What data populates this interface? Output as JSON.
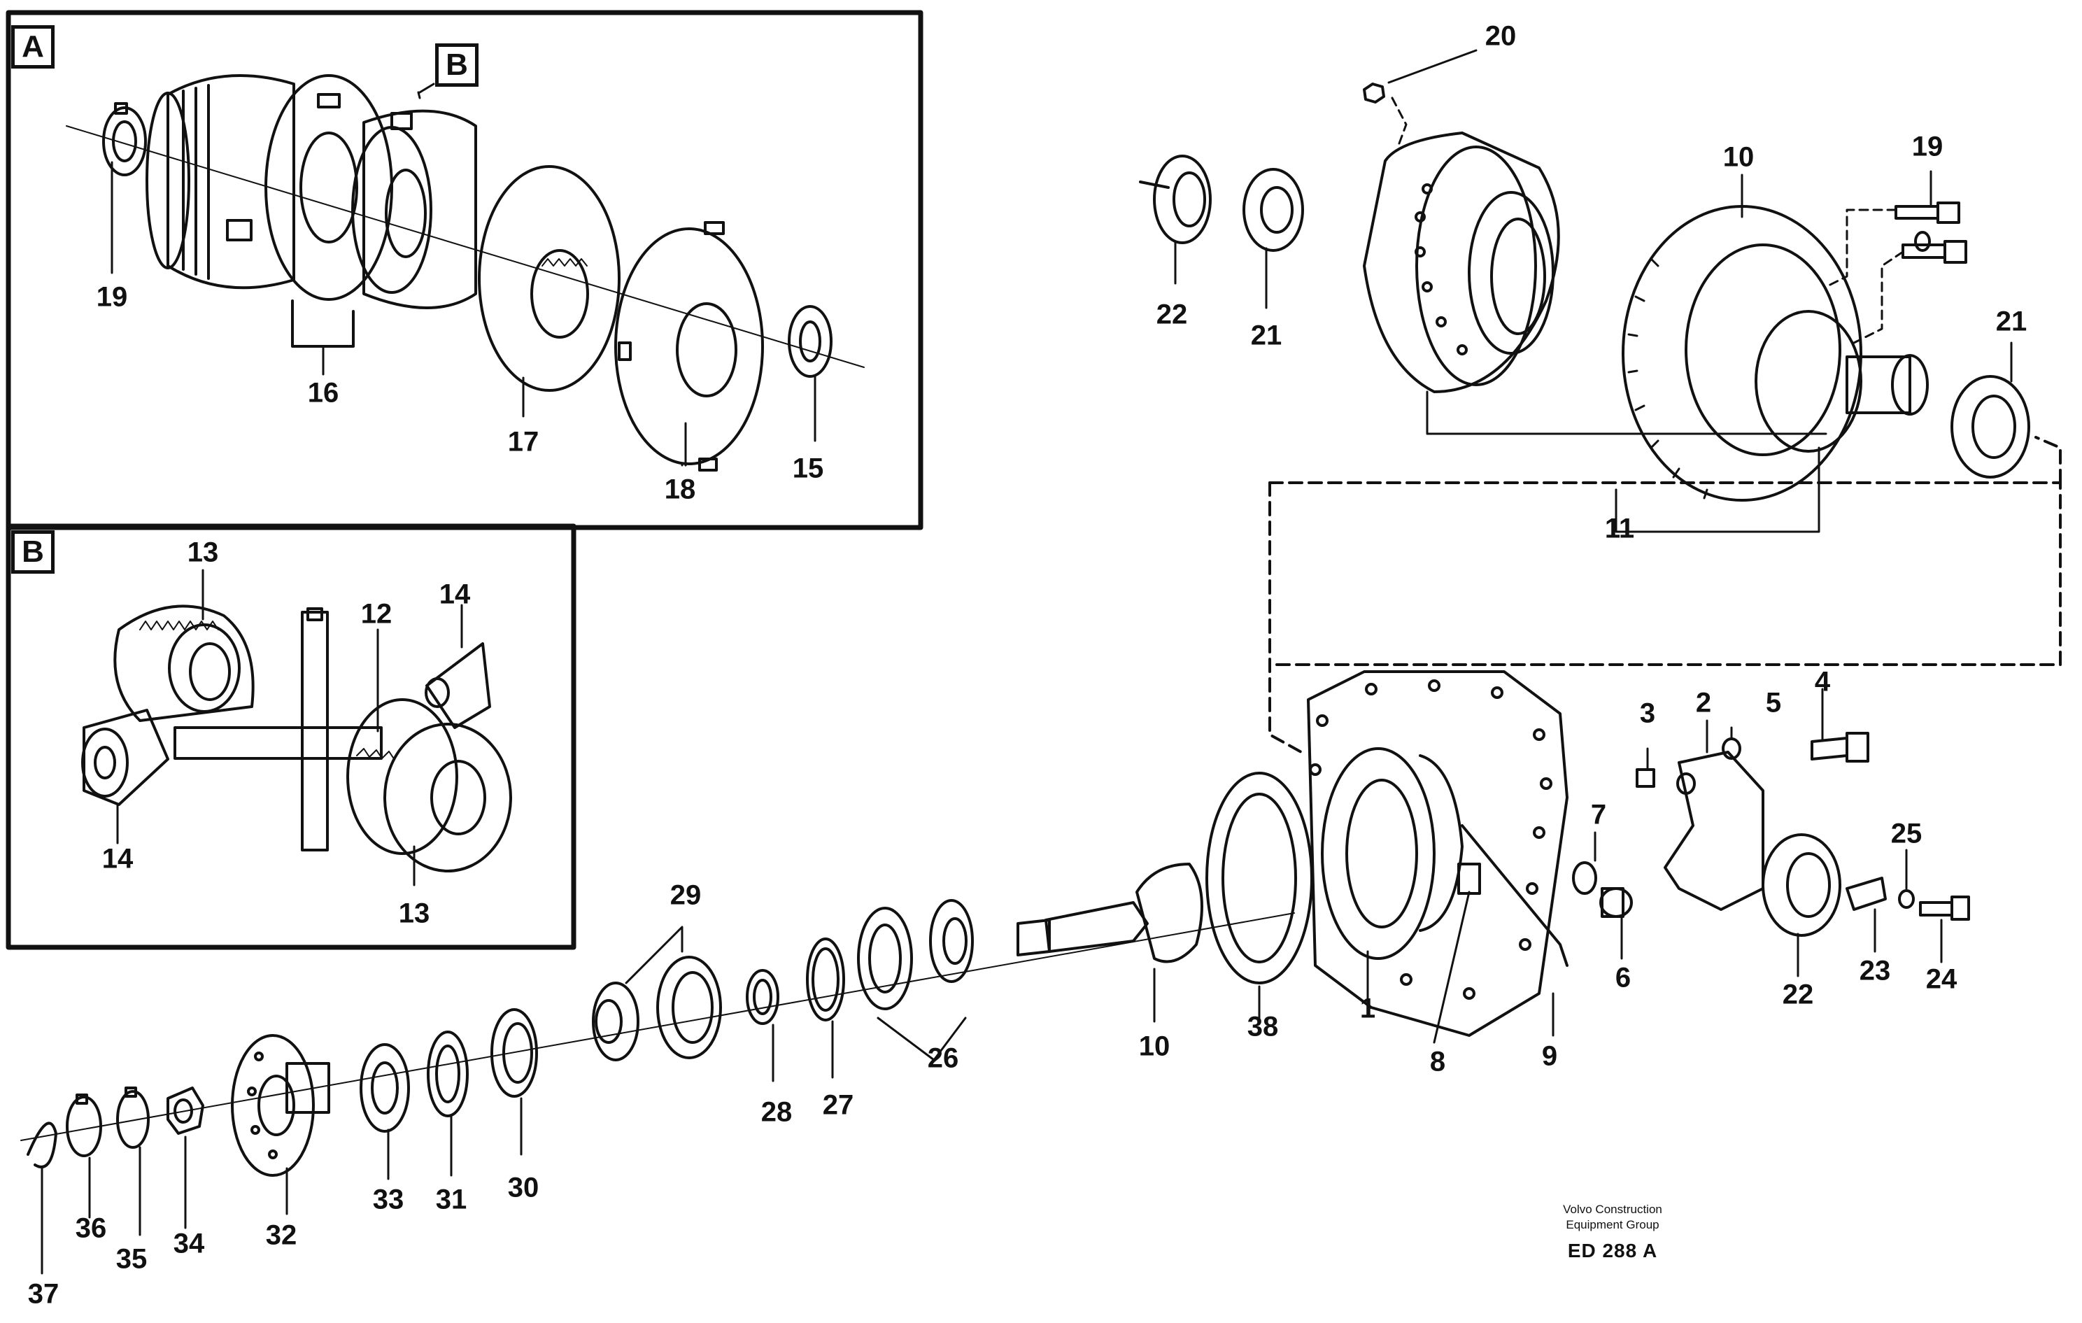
{
  "panels": {
    "A": {
      "label": "A",
      "inset_label": "B"
    },
    "B": {
      "label": "B"
    }
  },
  "callouts": {
    "c1": "1",
    "c2": "2",
    "c3": "3",
    "c4": "4",
    "c5": "5",
    "c6": "6",
    "c7": "7",
    "c8": "8",
    "c9": "9",
    "c10_ring": "10",
    "c10_pinion": "10",
    "c11": "11",
    "c12": "12",
    "c13_top": "13",
    "c13_bottom": "13",
    "c14_top": "14",
    "c14_bottom": "14",
    "c15": "15",
    "c16": "16",
    "c17": "17",
    "c18": "18",
    "c19_a": "19",
    "c19_b": "19",
    "c20": "20",
    "c21_a": "21",
    "c21_b": "21",
    "c22_a": "22",
    "c22_b": "22",
    "c23": "23",
    "c24": "24",
    "c25": "25",
    "c26": "26",
    "c27": "27",
    "c28": "28",
    "c29": "29",
    "c30": "30",
    "c31": "31",
    "c32": "32",
    "c33": "33",
    "c34": "34",
    "c35": "35",
    "c36": "36",
    "c37": "37",
    "c38": "38"
  },
  "credit": {
    "line1": "Volvo Construction",
    "line2": "Equipment Group",
    "code": "ED 288 A"
  }
}
